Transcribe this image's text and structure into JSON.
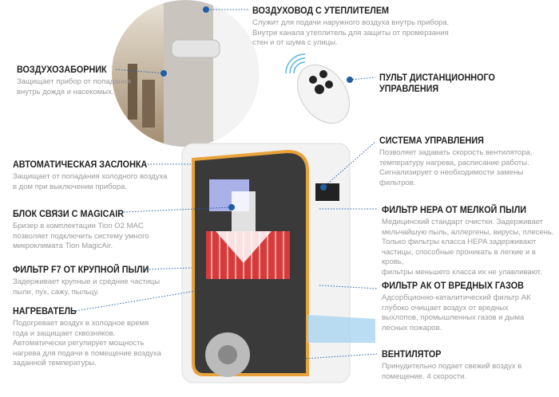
{
  "callouts": {
    "duct": {
      "title": "ВОЗДУХОВОД С УТЕПЛИТЕЛЕМ",
      "desc": "Служит для подачи наружного воздуха внутрь прибора.\nВнутри канала утеплитель для защиты от промерзания\nстен и от шума с улицы."
    },
    "remote": {
      "title": "ПУЛЬТ ДИСТАНЦИОННОГО\nУПРАВЛЕНИЯ"
    },
    "intake": {
      "title": "ВОЗДУХОЗАБОРНИК",
      "desc": "Защищает прибор от попадания\nвнутрь дождя и насекомых."
    },
    "damper": {
      "title": "АВТОМАТИЧЕСКАЯ ЗАСЛОНКА",
      "desc": "Защищает от попадания холодного воздуха\nв дом при выключении прибора."
    },
    "magicair": {
      "title": "БЛОК СВЯЗИ С MAGICAIR",
      "desc": "Бризер в комплектации Tion O2 MAC\nпозволяет подключить систему умного\nмикроклимата Tion MagicAir."
    },
    "f7": {
      "title": "ФИЛЬТР F7 ОТ КРУПНОЙ ПЫЛИ",
      "desc": "Задерживает крупные и средние частицы\nпыли, пух, сажу, пыльцу."
    },
    "heater": {
      "title": "НАГРЕВАТЕЛЬ",
      "desc": "Подогревает воздух в холодное время\nгода и защищает сквозняков.\nАвтоматически регулирует мощность\nнагрева для подачи в помещение воздуха\nзаданной температуры."
    },
    "control": {
      "title": "СИСТЕМА УПРАВЛЕНИЯ",
      "desc": "Позволяет задавать скорость вентилятора,\nтемпературу нагрева, расписание работы.\nСигнализирует о необходимости замены\nфильтров."
    },
    "hepa": {
      "title": "ФИЛЬТР HEPA ОТ МЕЛКОЙ ПЫЛИ",
      "desc": "Медицинский стандарт очистки. Задерживает\nмельчайшую пыль, аллергены, вирусы, плесень.\nТолько фильтры класса HEPA задерживают\nчастицы, способные проникать в легкие и в кровь,\nфильтры меньшего класса их не улавливают."
    },
    "ak": {
      "title": "ФИЛЬТР АК ОТ ВРЕДНЫХ ГАЗОВ",
      "desc": "Адсорбционно-каталитический фильтр АК\nглубоко очищает воздух от вредных\nвыхлопов, промышленных газов и дыма\nлесных пожаров."
    },
    "fan": {
      "title": "ВЕНТИЛЯТОР",
      "desc": "Принудительно подает свежий воздух в\nпомещение. 4 скорости."
    }
  },
  "colors": {
    "accent": "#1f5fa8",
    "frame": "#e8a23a",
    "air": "#a9d4f0"
  }
}
